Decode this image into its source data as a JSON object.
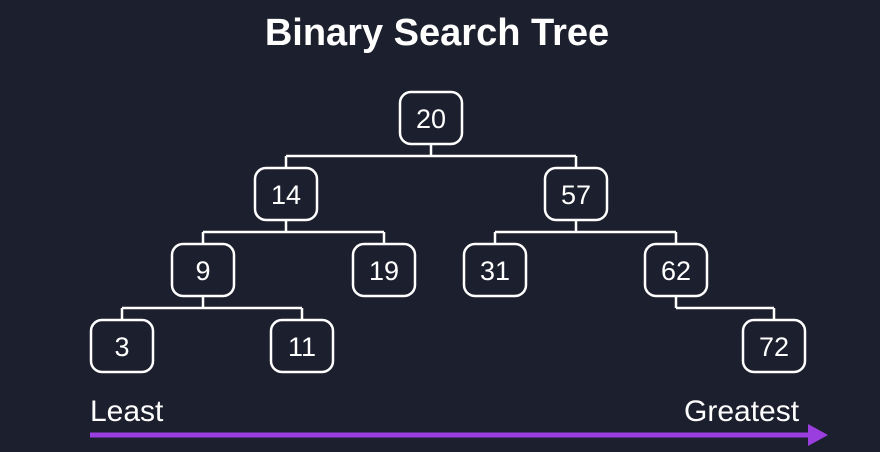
{
  "title": "Binary Search Tree",
  "tree": {
    "nodes": [
      {
        "id": "n20",
        "value": "20"
      },
      {
        "id": "n14",
        "value": "14"
      },
      {
        "id": "n57",
        "value": "57"
      },
      {
        "id": "n9",
        "value": "9"
      },
      {
        "id": "n19",
        "value": "19"
      },
      {
        "id": "n31",
        "value": "31"
      },
      {
        "id": "n62",
        "value": "62"
      },
      {
        "id": "n3",
        "value": "3"
      },
      {
        "id": "n11",
        "value": "11"
      },
      {
        "id": "n72",
        "value": "72"
      }
    ],
    "edges": [
      {
        "parent": "n20",
        "children": [
          "n14",
          "n57"
        ]
      },
      {
        "parent": "n14",
        "children": [
          "n9",
          "n19"
        ]
      },
      {
        "parent": "n57",
        "children": [
          "n31",
          "n62"
        ]
      },
      {
        "parent": "n9",
        "children": [
          "n3",
          "n11"
        ]
      },
      {
        "parent": "n62",
        "children": [
          "n72"
        ]
      }
    ]
  },
  "scale": {
    "least_label": "Least",
    "greatest_label": "Greatest",
    "arrow_color": "#9b3ee0"
  },
  "colors": {
    "background": "#1c1f2d",
    "foreground": "#ffffff"
  }
}
